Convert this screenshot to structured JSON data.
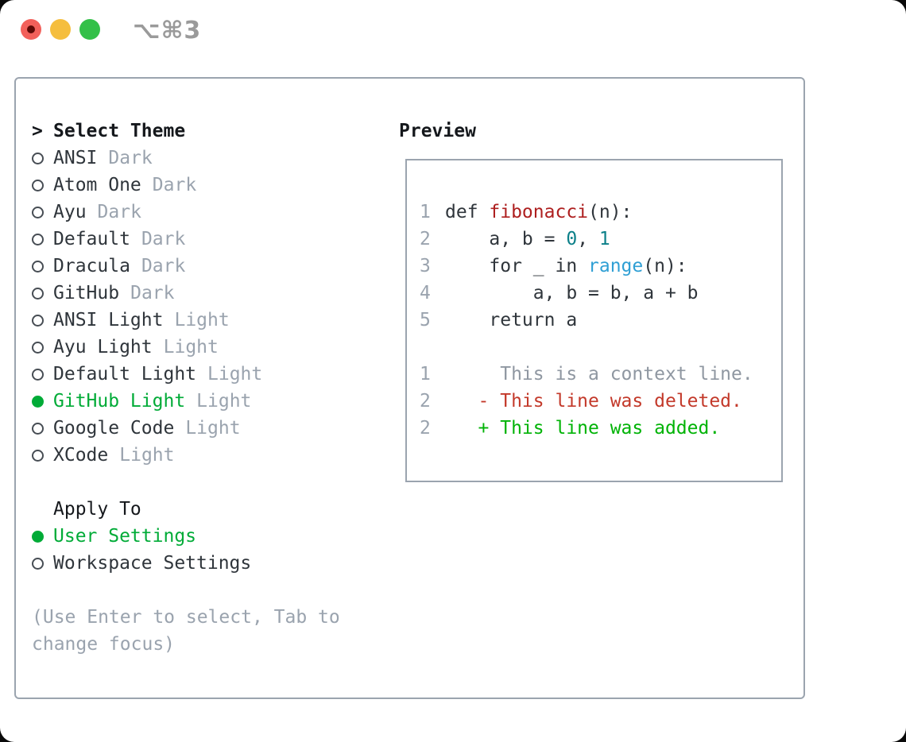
{
  "window": {
    "shortcut_label": "⌥⌘3",
    "traffic_lights": [
      "close",
      "minimize",
      "zoom"
    ]
  },
  "colors": {
    "ink": "#2f353b",
    "heading": "#15181c",
    "dim": "#9aa3ae",
    "context": "#8f97a1",
    "border": "#9ba4af",
    "green_selected": "#00ab37",
    "green_added": "#00b306",
    "red_deleted": "#c3392a",
    "red_function": "#ae1f1f",
    "teal_literal": "#0c8089",
    "blue_builtin": "#2f9fd4",
    "traffic_red": "#f2605a",
    "traffic_red_dot": "#5e0a06",
    "traffic_yellow": "#f5be3e",
    "traffic_green": "#33c048"
  },
  "left": {
    "header": {
      "prompt": ">",
      "label": "Select Theme"
    },
    "themes": [
      {
        "name": "ANSI",
        "variant": "Dark",
        "selected": false
      },
      {
        "name": "Atom One",
        "variant": "Dark",
        "selected": false
      },
      {
        "name": "Ayu",
        "variant": "Dark",
        "selected": false
      },
      {
        "name": "Default",
        "variant": "Dark",
        "selected": false
      },
      {
        "name": "Dracula",
        "variant": "Dark",
        "selected": false
      },
      {
        "name": "GitHub",
        "variant": "Dark",
        "selected": false
      },
      {
        "name": "ANSI Light",
        "variant": "Light",
        "selected": false
      },
      {
        "name": "Ayu Light",
        "variant": "Light",
        "selected": false
      },
      {
        "name": "Default Light",
        "variant": "Light",
        "selected": false
      },
      {
        "name": "GitHub Light",
        "variant": "Light",
        "selected": true
      },
      {
        "name": "Google Code",
        "variant": "Light",
        "selected": false
      },
      {
        "name": "XCode",
        "variant": "Light",
        "selected": false
      }
    ],
    "apply_to": {
      "label": "Apply To",
      "options": [
        {
          "name": "User Settings",
          "selected": true
        },
        {
          "name": "Workspace Settings",
          "selected": false
        }
      ]
    },
    "hint_lines": [
      "(Use Enter to select, Tab to",
      "change focus)"
    ]
  },
  "preview": {
    "title": "Preview",
    "lines": [
      {
        "num": "1",
        "segments": [
          {
            "t": "def ",
            "c": "plain"
          },
          {
            "t": "fibonacci",
            "c": "func"
          },
          {
            "t": "(n):",
            "c": "plain"
          }
        ]
      },
      {
        "num": "2",
        "segments": [
          {
            "t": "    a, b = ",
            "c": "plain"
          },
          {
            "t": "0",
            "c": "literal"
          },
          {
            "t": ", ",
            "c": "plain"
          },
          {
            "t": "1",
            "c": "literal"
          }
        ]
      },
      {
        "num": "3",
        "segments": [
          {
            "t": "    for _ in ",
            "c": "plain"
          },
          {
            "t": "range",
            "c": "builtin"
          },
          {
            "t": "(n):",
            "c": "plain"
          }
        ]
      },
      {
        "num": "4",
        "segments": [
          {
            "t": "        a, b = b, a + b",
            "c": "plain"
          }
        ]
      },
      {
        "num": "5",
        "segments": [
          {
            "t": "    return a",
            "c": "plain"
          }
        ]
      },
      {
        "num": "",
        "segments": []
      },
      {
        "num": "1",
        "segments": [
          {
            "t": "     This is a context line.",
            "c": "context"
          }
        ]
      },
      {
        "num": "2",
        "segments": [
          {
            "t": "   ",
            "c": "plain"
          },
          {
            "t": "- This line was deleted.",
            "c": "deleted"
          }
        ]
      },
      {
        "num": "2",
        "segments": [
          {
            "t": "   ",
            "c": "plain"
          },
          {
            "t": "+ This line was added.",
            "c": "added"
          }
        ]
      }
    ]
  }
}
